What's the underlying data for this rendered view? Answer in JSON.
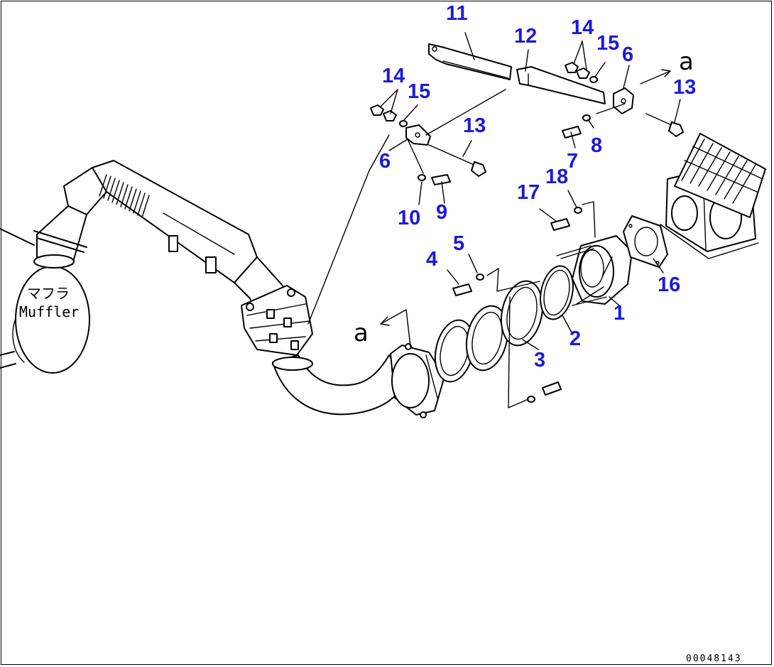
{
  "diagram": {
    "muffler_label_jp": "マフラ",
    "muffler_label_en": "Muffler",
    "ref_letter_top": "a",
    "ref_letter_left": "a",
    "drawing_code": "00048143",
    "callout_color": "#1a1adc",
    "callouts": {
      "c1": "1",
      "c2": "2",
      "c3": "3",
      "c4": "4",
      "c5": "5",
      "c6_left": "6",
      "c6_right": "6",
      "c7": "7",
      "c8": "8",
      "c9": "9",
      "c10": "10",
      "c11": "11",
      "c12": "12",
      "c13_left": "13",
      "c13_right": "13",
      "c14_left": "14",
      "c14_right": "14",
      "c15_left": "15",
      "c15_right": "15",
      "c16": "16",
      "c17": "17",
      "c18": "18"
    }
  }
}
